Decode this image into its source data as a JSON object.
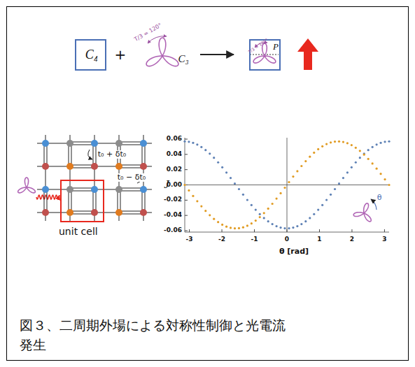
{
  "diagram": {
    "caption": "図３、二周期外場による対称性制御と光電流発生",
    "nodes": [
      {
        "text": [
          "C₄"
        ]
      },
      {
        "text": [
          "T/3 = 120°",
          "P"
        ]
      }
    ],
    "labels": [
      "+",
      "C₃",
      "T/3 = 120°",
      "t₀ + δt₀",
      "t₀ − δt₀",
      "unit cell",
      "J",
      "0.06",
      "0.04",
      "0.02",
      "0.00",
      "-0.02",
      "-0.04",
      "-0.06",
      "-3",
      "-2",
      "-1",
      "0",
      "1",
      "2",
      "3",
      "θ [rad]",
      "θ"
    ]
  }
}
